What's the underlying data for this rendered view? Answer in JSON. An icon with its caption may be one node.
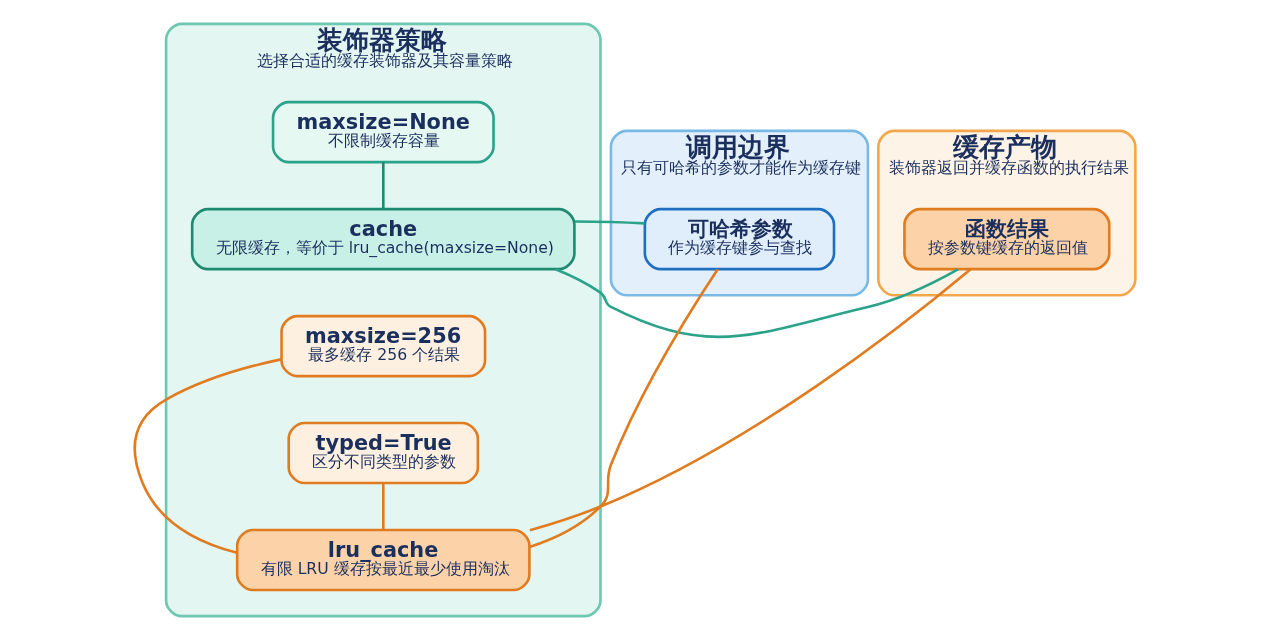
{
  "diagram": {
    "nodes": [
      {
        "text": [
          "装饰器策略",
          "选择合适的缓存装饰器及其容量策略"
        ]
      },
      {
        "text": [
          "cache",
          "无限缓存，等价于 lru_cache(maxsize=None)"
        ],
        "in": 0
      },
      {
        "text": [
          "maxsize=None",
          "不限制缓存容量"
        ],
        "in": 0
      },
      {
        "text": [
          "lru_cache",
          "有限 LRU 缓存按最近最少使用淘汰"
        ],
        "in": 0
      },
      {
        "text": [
          "maxsize=256",
          "最多缓存 256 个结果"
        ],
        "in": 0
      },
      {
        "text": [
          "typed=True",
          "区分不同类型的参数"
        ],
        "in": 0
      },
      {
        "text": [
          "调用边界",
          "只有可哈希的参数才能作为缓存键"
        ]
      },
      {
        "text": [
          "可哈希参数",
          "作为缓存键参与查找"
        ],
        "in": 6
      },
      {
        "text": [
          "缓存产物",
          "装饰器返回并缓存函数的执行结果"
        ]
      },
      {
        "text": [
          "函数结果",
          "按参数键缓存的返回值"
        ],
        "in": 8
      }
    ],
    "edges": [
      {
        "from": 1,
        "to": 2,
        "arrow": "none",
        "color": "#1f8a70"
      },
      {
        "from": 1,
        "to": 9,
        "arrow": "none",
        "color": "#2aa38a"
      },
      {
        "from": 1,
        "to": 7,
        "arrow": "none",
        "color": "#2aa38a"
      },
      {
        "from": 3,
        "to": 7,
        "arrow": "none"
      },
      {
        "from": 3,
        "to": 9,
        "arrow": "none"
      },
      {
        "from": 3,
        "to": 4,
        "arrow": "none"
      },
      {
        "from": 3,
        "to": 5,
        "arrow": "none"
      }
    ]
  }
}
